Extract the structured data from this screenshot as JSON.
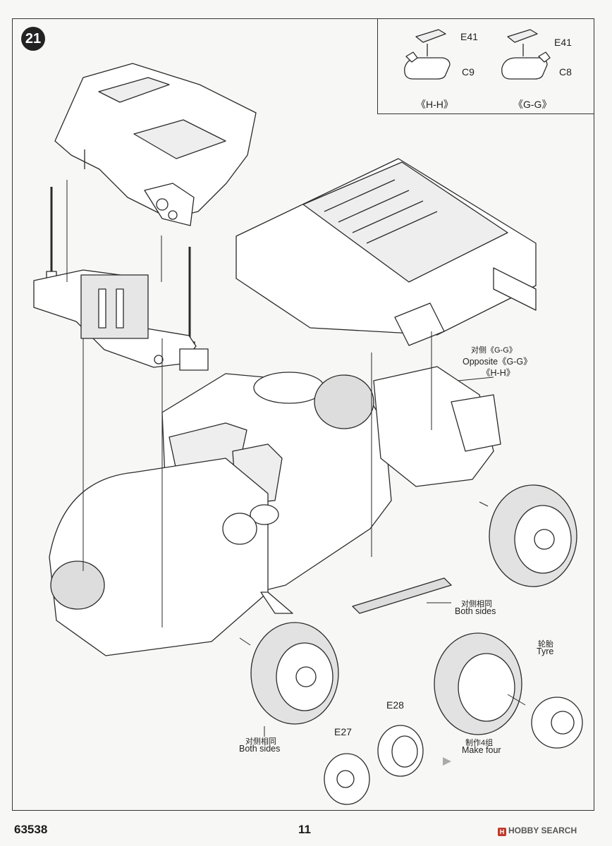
{
  "step": {
    "number": "21"
  },
  "inset": {
    "left_group": {
      "top_part": "E41",
      "bottom_part": "C9",
      "caption": "《H-H》"
    },
    "right_group": {
      "top_part": "E41",
      "bottom_part": "C8",
      "caption": "《G-G》"
    }
  },
  "callouts": {
    "opposite": {
      "cn": "对侧《G-G》",
      "en": "Opposite《G-G》",
      "hh": "《H-H》"
    },
    "both_sides_right": {
      "cn": "对侧相同",
      "en": "Both sides"
    },
    "both_sides_left": {
      "cn": "对侧相同",
      "en": "Both sides"
    },
    "tyre": {
      "cn": "轮胎",
      "en": "Tyre"
    },
    "make_four": {
      "cn": "制作4组",
      "en": "Make four"
    },
    "parts": {
      "e27": "E27",
      "e28": "E28"
    }
  },
  "footer": {
    "product_code": "63538",
    "page_number": "11",
    "watermark": "HOBBY SEARCH"
  },
  "colors": {
    "line": "#2a2a2a",
    "fill": "#ffffff",
    "shade": "#d9d9d9"
  }
}
